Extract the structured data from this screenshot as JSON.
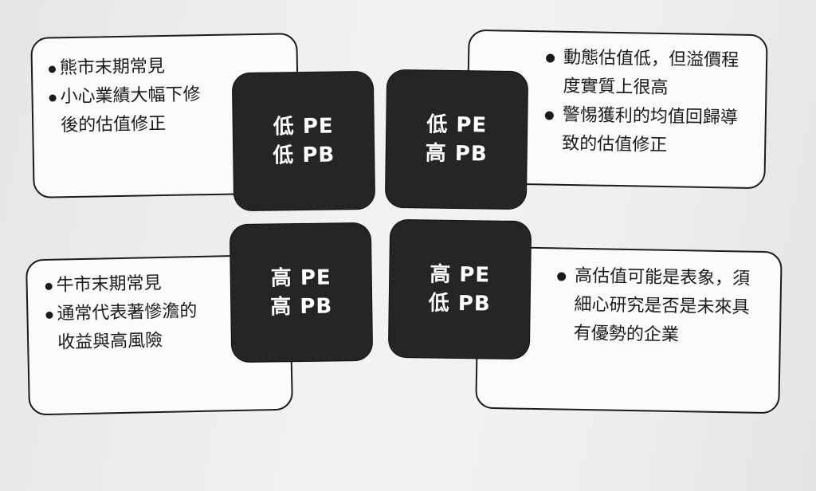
{
  "quadrants": {
    "tl": {
      "line1": "低 PE",
      "line2": "低 PB"
    },
    "tr": {
      "line1": "低 PE",
      "line2": "高 PB"
    },
    "bl": {
      "line1": "高 PE",
      "line2": "高 PB"
    },
    "br": {
      "line1": "高 PE",
      "line2": "低 PB"
    }
  },
  "callouts": {
    "tl": [
      "熊市末期常見",
      "小心業績大幅下修後的估值修正"
    ],
    "tr": [
      "動態估值低，但溢價程度實質上很高",
      "警惕獲利的均值回歸導致的估值修正"
    ],
    "bl": [
      "牛市末期常見",
      "通常代表著慘澹的收益與高風險"
    ],
    "br": [
      "高估值可能是表象，須細心研究是否是未來具有優勢的企業"
    ]
  },
  "colors": {
    "quadrant_fill": "#252525",
    "callout_border": "#1c1c1c",
    "paper": "#efefed"
  }
}
